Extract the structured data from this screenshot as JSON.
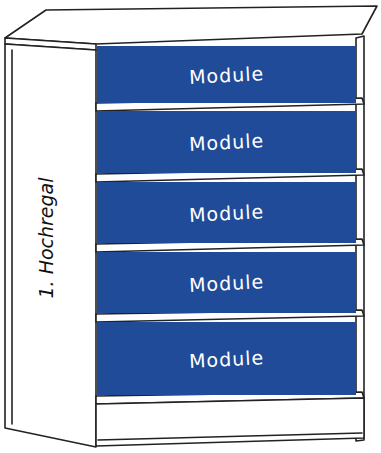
{
  "diagram": {
    "nodes": [
      {
        "text": [
          "1. Hochregal"
        ]
      },
      {
        "text": [
          "Module"
        ],
        "in": 0
      },
      {
        "text": [
          "Module"
        ],
        "in": 0
      },
      {
        "text": [
          "Module"
        ],
        "in": 0
      },
      {
        "text": [
          "Module"
        ],
        "in": 0
      },
      {
        "text": [
          "Module"
        ],
        "in": 0
      }
    ]
  }
}
